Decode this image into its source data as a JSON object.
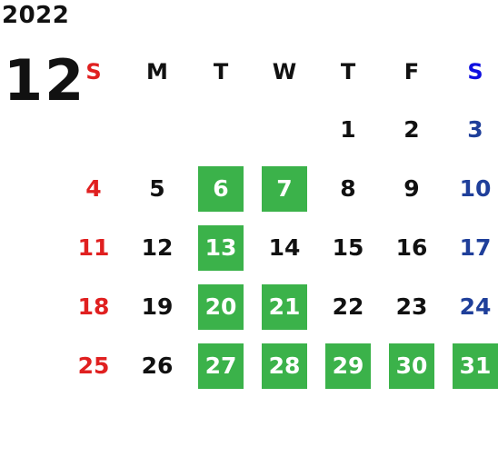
{
  "calendar": {
    "year": "2022",
    "month": "12",
    "weekdays": [
      "S",
      "M",
      "T",
      "W",
      "T",
      "F",
      "S"
    ],
    "first_weekday_index": 4,
    "days": [
      {
        "day": "1",
        "highlight": false
      },
      {
        "day": "2",
        "highlight": false
      },
      {
        "day": "3",
        "highlight": false
      },
      {
        "day": "4",
        "highlight": false
      },
      {
        "day": "5",
        "highlight": false
      },
      {
        "day": "6",
        "highlight": true
      },
      {
        "day": "7",
        "highlight": true
      },
      {
        "day": "8",
        "highlight": false
      },
      {
        "day": "9",
        "highlight": false
      },
      {
        "day": "10",
        "highlight": false
      },
      {
        "day": "11",
        "highlight": false
      },
      {
        "day": "12",
        "highlight": false
      },
      {
        "day": "13",
        "highlight": true
      },
      {
        "day": "14",
        "highlight": false
      },
      {
        "day": "15",
        "highlight": false
      },
      {
        "day": "16",
        "highlight": false
      },
      {
        "day": "17",
        "highlight": false
      },
      {
        "day": "18",
        "highlight": false
      },
      {
        "day": "19",
        "highlight": false
      },
      {
        "day": "20",
        "highlight": true
      },
      {
        "day": "21",
        "highlight": true
      },
      {
        "day": "22",
        "highlight": false
      },
      {
        "day": "23",
        "highlight": false
      },
      {
        "day": "24",
        "highlight": false
      },
      {
        "day": "25",
        "highlight": false
      },
      {
        "day": "26",
        "highlight": false
      },
      {
        "day": "27",
        "highlight": true
      },
      {
        "day": "28",
        "highlight": true
      },
      {
        "day": "29",
        "highlight": true
      },
      {
        "day": "30",
        "highlight": true
      },
      {
        "day": "31",
        "highlight": true
      }
    ]
  },
  "colors": {
    "highlight": "#3bb24a",
    "sunday": "#e02020",
    "saturday": "#1f3f9a",
    "saturday_header": "#1010e0",
    "text": "#111111"
  }
}
